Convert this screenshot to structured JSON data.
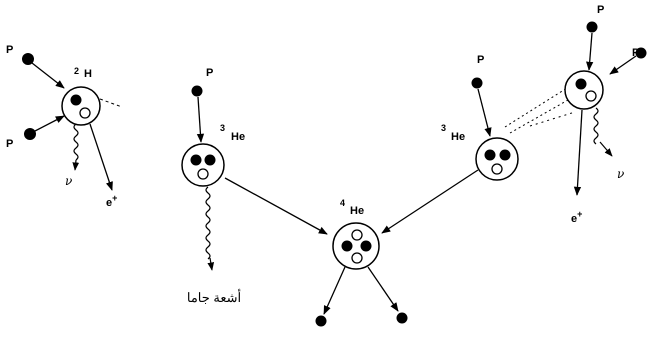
{
  "labels": {
    "proton": "P",
    "deuterium_mass": "2",
    "deuterium_symbol": "H",
    "helium3_mass": "3",
    "helium3_symbol": "He",
    "helium4_mass": "4",
    "helium4_symbol": "He",
    "positron": "e",
    "positron_charge": "+",
    "neutrino": "ν",
    "gamma_rays": "أشعة جاما"
  },
  "colors": {
    "ink": "#000000",
    "background": "#ffffff"
  }
}
